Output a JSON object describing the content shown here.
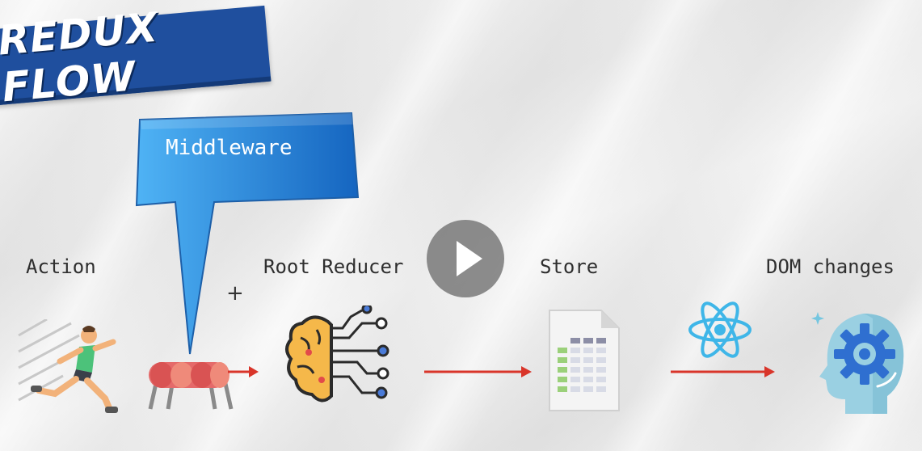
{
  "title": "REDUX FLOW",
  "callout": {
    "label": "Middleware"
  },
  "steps": {
    "action": "Action",
    "root_reducer": "Root Reducer",
    "store": "Store",
    "dom_changes": "DOM changes"
  },
  "plus_sign": "+",
  "colors": {
    "banner": "#1f4f9e",
    "callout": "#2d8fe0",
    "arrow": "#d9352a",
    "react": "#3fb6e8"
  },
  "icons": [
    "runner-icon",
    "pipe-icon",
    "brain-circuit-icon",
    "spreadsheet-icon",
    "react-atom-icon",
    "head-gear-icon",
    "play-icon"
  ]
}
